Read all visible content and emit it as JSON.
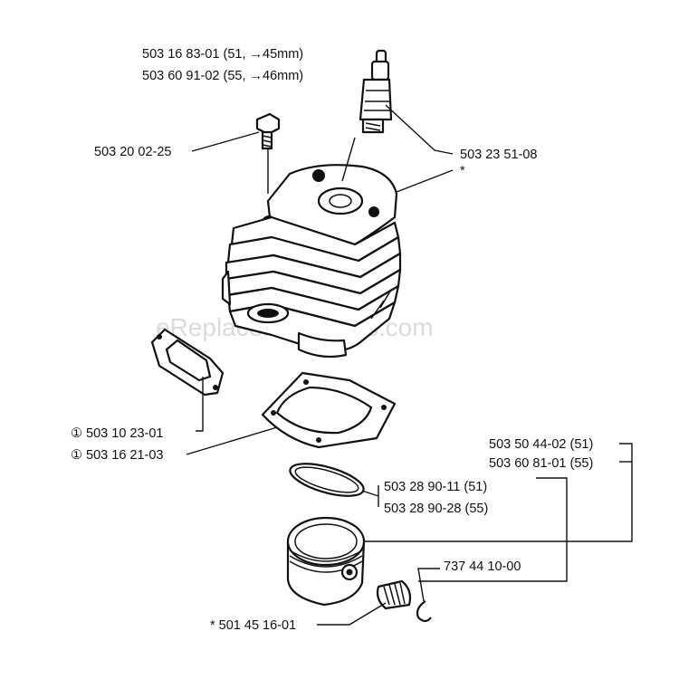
{
  "watermark": "eReplacementParts.com",
  "labels": {
    "spark_plug_a": "503 16 83-01 (51, →45mm)",
    "spark_plug_b": "503 60 91-02 (55, →46mm)",
    "bolt": "503 20 02-25",
    "spark_plug_part": "503 23 51-08",
    "cylinder_asterisk": "*",
    "gasket_exhaust": "① 503 10 23-01",
    "gasket_base": "① 503 16 21-03",
    "kit_a": "503 50 44-02 (51)",
    "kit_b": "503 60 81-01 (55)",
    "ring_a": "503 28 90-11 (51)",
    "ring_b": "503 28 90-28 (55)",
    "circlip": "737 44 10-00",
    "bearing": "* 501 45 16-01"
  }
}
